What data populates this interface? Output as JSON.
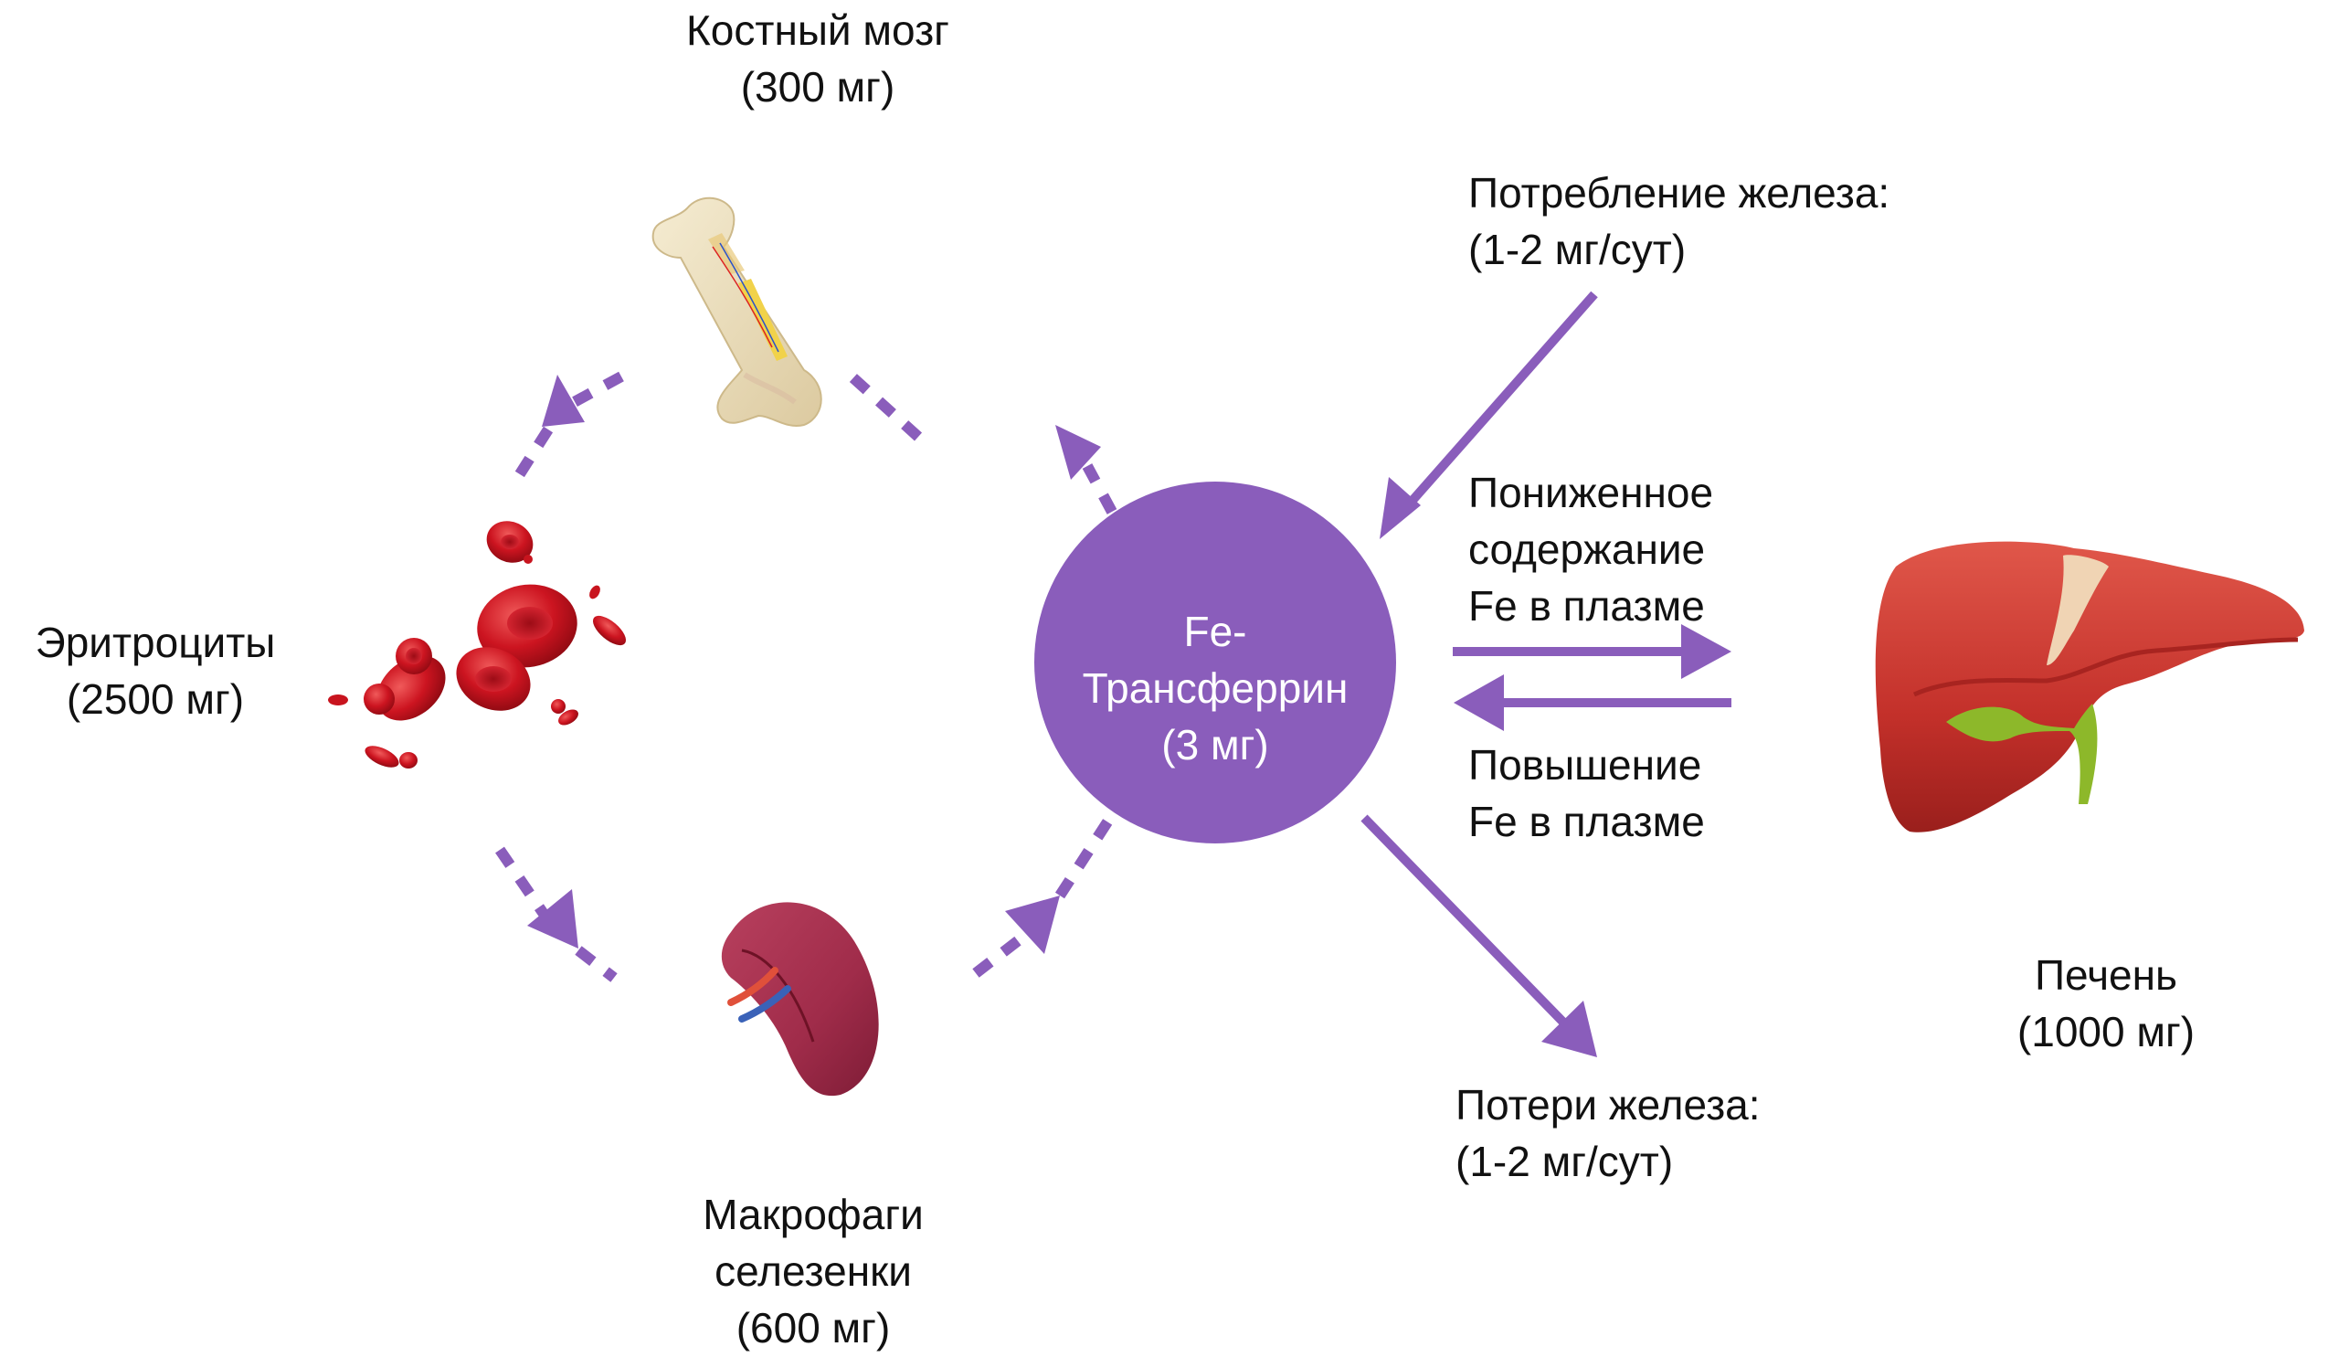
{
  "colors": {
    "accent": "#8A5DBB",
    "text": "#111111",
    "node_text": "#FFFFFF",
    "blood": "#C8141E",
    "liver": "#C8362E",
    "spleen": "#A8304E",
    "bone": "#EFE3C4",
    "gallbladder": "#7FA81E"
  },
  "center_node": {
    "lines": [
      "Fe-",
      "Трансферрин",
      "(3 мг)"
    ]
  },
  "bone_marrow": {
    "icon": "bone-icon",
    "lines": [
      "Костный мозг",
      "(300 мг)"
    ]
  },
  "erythrocytes": {
    "icon": "red-blood-cells-icon",
    "lines": [
      "Эритроциты",
      "(2500 мг)"
    ]
  },
  "spleen_macrophages": {
    "icon": "spleen-icon",
    "lines": [
      "Макрофаги",
      "селезенки",
      "(600 мг)"
    ]
  },
  "liver": {
    "icon": "liver-icon",
    "lines": [
      "Печень",
      "(1000 мг)"
    ]
  },
  "intake": {
    "lines": [
      "Потребление железа:",
      "(1-2 мг/сут)"
    ]
  },
  "loss": {
    "lines": [
      "Потери железа:",
      "(1-2 мг/сут)"
    ]
  },
  "low_plasma_fe": {
    "lines": [
      "Пониженное",
      "содержание",
      " Fe в плазме"
    ]
  },
  "high_plasma_fe": {
    "lines": [
      "Повышение",
      "Fe в плазме"
    ]
  }
}
